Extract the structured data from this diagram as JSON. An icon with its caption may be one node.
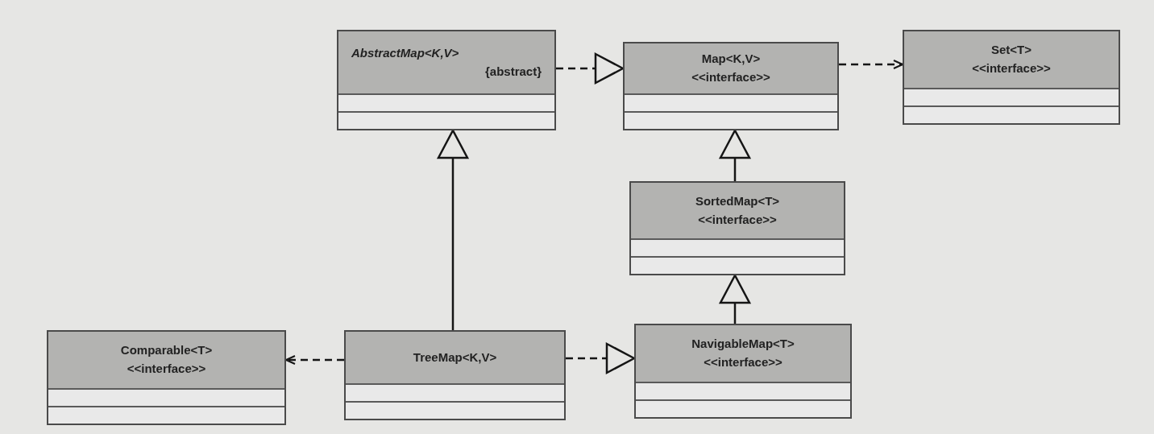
{
  "diagram": {
    "nodes": [
      {
        "text": [
          "AbstractMap<K,V>",
          "{abstract}"
        ]
      },
      {
        "text": [
          "Map<K,V>",
          "<<interface>>"
        ]
      },
      {
        "text": [
          "Set<T>",
          "<<interface>>"
        ]
      },
      {
        "text": [
          "SortedMap<T>",
          "<<interface>>"
        ]
      },
      {
        "text": [
          "Comparable<T>",
          "<<interface>>"
        ]
      },
      {
        "text": [
          "TreeMap<K,V>"
        ]
      },
      {
        "text": [
          "NavigableMap<T>",
          "<<interface>>"
        ]
      }
    ],
    "edges": [
      {
        "from": 0,
        "to": 1,
        "arrow": "to",
        "style": "dashed"
      },
      {
        "from": 1,
        "to": 2,
        "arrow": "to",
        "style": "dashed"
      },
      {
        "from": 3,
        "to": 1,
        "arrow": "to"
      },
      {
        "from": 6,
        "to": 3,
        "arrow": "to"
      },
      {
        "from": 5,
        "to": 0,
        "arrow": "to"
      },
      {
        "from": 5,
        "to": 4,
        "arrow": "to",
        "style": "dashed"
      },
      {
        "from": 5,
        "to": 6,
        "arrow": "to",
        "style": "dashed"
      }
    ]
  }
}
